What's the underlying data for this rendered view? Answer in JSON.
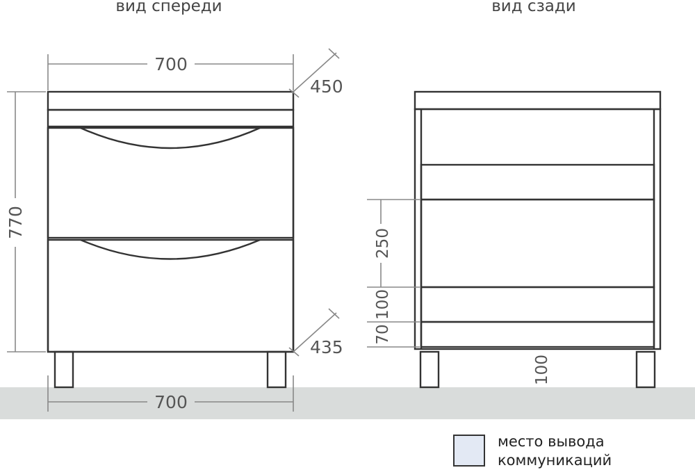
{
  "views": {
    "front_title": "вид спереди",
    "back_title": "вид сзади"
  },
  "dimensions": {
    "front_width_top": "700",
    "front_width_bottom": "700",
    "front_height": "770",
    "front_depth_top": "450",
    "front_depth_bottom": "435",
    "back_250": "250",
    "back_100": "100",
    "back_70": "70",
    "back_leg": "100"
  },
  "legend": {
    "line1": "место вывода",
    "line2": "коммуникаций"
  },
  "colors": {
    "outline": "#333333",
    "floor": "#d9dcdb",
    "communication_zone": "#e3e9f4"
  }
}
